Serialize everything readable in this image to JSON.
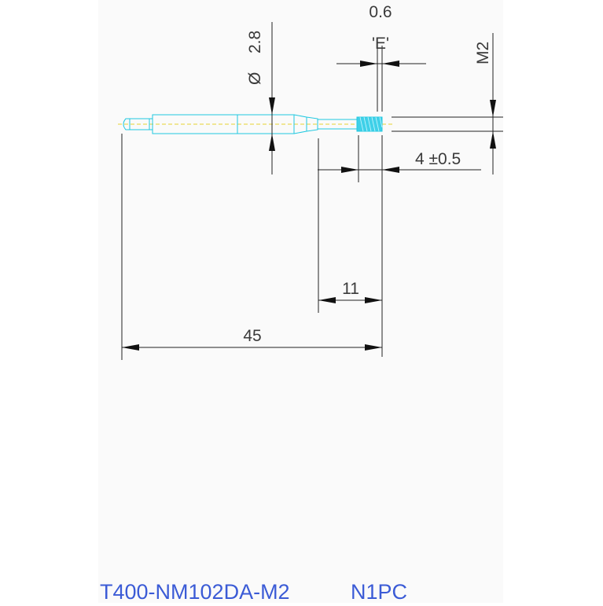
{
  "drawing": {
    "dimensions": {
      "diameter_symbol": "Ø",
      "diameter_value": "2.8",
      "thread_gap": "0.6",
      "section_label": "'E'",
      "thread_size": "M2",
      "thread_length": "4 ±0.5",
      "tip_length": "11",
      "overall_length": "45"
    },
    "title_block": {
      "part_number": "T400-NM102DA-M2",
      "suffix": "N1PC"
    },
    "colors": {
      "outline": "#20c8e0",
      "centerline": "#e6d230",
      "dimension": "#222222",
      "title": "#3b5bd6",
      "thread_fill": "#3fd0e8"
    }
  }
}
